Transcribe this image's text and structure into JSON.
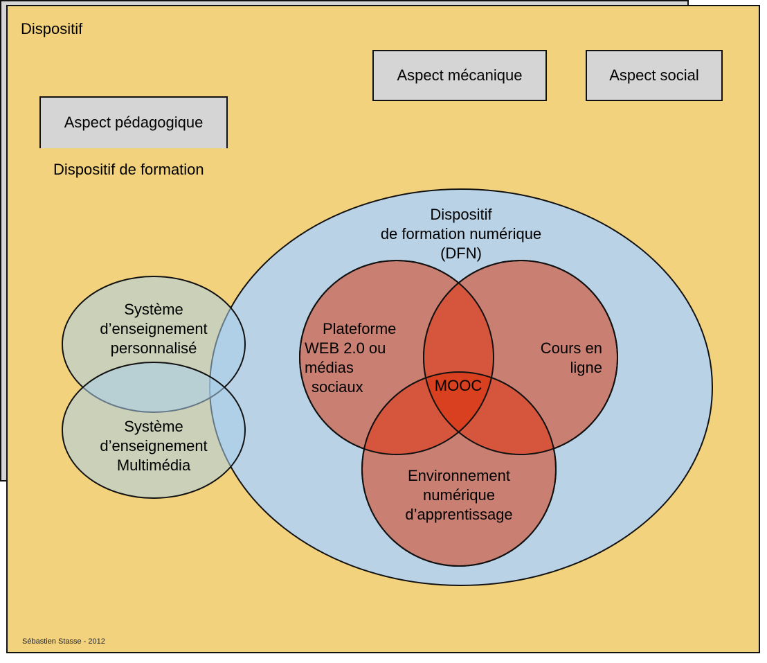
{
  "diagram": {
    "outer": {
      "title": "Dispositif"
    },
    "aspects": [
      {
        "id": "pedagogique",
        "label": "Aspect pédagogique"
      },
      {
        "id": "mecanique",
        "label": "Aspect mécanique"
      },
      {
        "id": "social",
        "label": "Aspect social"
      }
    ],
    "inner": {
      "title": "Dispositif de formation"
    },
    "dfn": {
      "lines": [
        "Dispositif",
        "de formation numérique",
        "(DFN)"
      ]
    },
    "side_ellipses": [
      {
        "id": "personnalise",
        "lines": [
          "Système",
          "d’enseignement",
          "personnalisé"
        ]
      },
      {
        "id": "multimedia",
        "lines": [
          "Système",
          "d’enseignement",
          "Multimédia"
        ]
      }
    ],
    "venn": [
      {
        "id": "plateforme",
        "lines": [
          "Plateforme",
          "WEB 2.0 ou",
          "médias",
          "sociaux"
        ]
      },
      {
        "id": "cours",
        "lines": [
          "Cours en",
          "ligne"
        ]
      },
      {
        "id": "environnement",
        "lines": [
          "Environnement",
          "numérique",
          "d’apprentissage"
        ]
      }
    ],
    "intersection": {
      "label": "MOOC"
    },
    "footer": "Sébastien Stasse - 2012",
    "colors": {
      "outer_bg": "#f3d27e",
      "box_bg": "#d5d5d5",
      "dfn_fill": "#b9d2e5",
      "side_fill": "#b9d4ea",
      "venn_fill": "#c97f72",
      "mooc_fill": "#d8401f"
    }
  }
}
